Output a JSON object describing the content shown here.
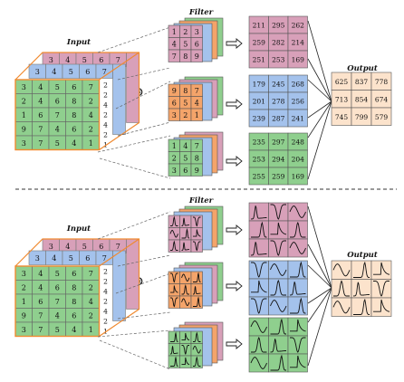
{
  "colors": {
    "green": "#8fcf8e",
    "blue": "#a4c2ec",
    "pink": "#d8a0b9",
    "orange": "#f4a46a",
    "output": "#fce3cc",
    "border_orange": "#f08a30",
    "dark": "#555555"
  },
  "labels": {
    "input": "Input",
    "filter": "Filter",
    "output": "Output",
    "operator": "⊛"
  },
  "top": {
    "input_front": [
      [
        3,
        4,
        5,
        6,
        7
      ],
      [
        2,
        4,
        6,
        8,
        2
      ],
      [
        1,
        6,
        7,
        8,
        4
      ],
      [
        9,
        7,
        4,
        6,
        2
      ],
      [
        3,
        7,
        5,
        4,
        1
      ]
    ],
    "input_mid_top": [
      3,
      4,
      5,
      6,
      7
    ],
    "input_back_top": [
      3,
      4,
      5,
      6,
      7
    ],
    "input_side": [
      "2",
      "2",
      "4",
      "2",
      "4",
      "2",
      "1"
    ],
    "filters": [
      {
        "grid": [
          [
            1,
            2,
            3
          ],
          [
            4,
            5,
            6
          ],
          [
            7,
            8,
            9
          ]
        ],
        "color": "pink"
      },
      {
        "grid": [
          [
            9,
            8,
            7
          ],
          [
            6,
            5,
            4
          ],
          [
            3,
            2,
            1
          ]
        ],
        "color": "orange"
      },
      {
        "grid": [
          [
            1,
            4,
            7
          ],
          [
            2,
            5,
            8
          ],
          [
            3,
            6,
            9
          ]
        ],
        "color": "green"
      }
    ],
    "conv": [
      {
        "grid": [
          [
            211,
            295,
            262
          ],
          [
            259,
            282,
            214
          ],
          [
            251,
            253,
            169
          ]
        ],
        "color": "pink"
      },
      {
        "grid": [
          [
            179,
            245,
            268
          ],
          [
            201,
            278,
            256
          ],
          [
            239,
            287,
            241
          ]
        ],
        "color": "blue"
      },
      {
        "grid": [
          [
            235,
            297,
            248
          ],
          [
            253,
            294,
            204
          ],
          [
            255,
            259,
            169
          ]
        ],
        "color": "green"
      }
    ],
    "output": [
      [
        625,
        837,
        778
      ],
      [
        713,
        854,
        674
      ],
      [
        745,
        799,
        579
      ]
    ]
  },
  "bottom": {
    "input_front": [
      [
        3,
        4,
        5,
        6,
        7
      ],
      [
        2,
        4,
        6,
        8,
        2
      ],
      [
        1,
        6,
        7,
        8,
        4
      ],
      [
        9,
        7,
        4,
        6,
        2
      ],
      [
        3,
        7,
        5,
        4,
        1
      ]
    ],
    "input_mid_top": [
      3,
      4,
      5,
      6,
      7
    ],
    "input_back_top": [
      3,
      4,
      5,
      6,
      7
    ],
    "input_side": [
      "2",
      "2",
      "4",
      "2",
      "4",
      "2",
      "1"
    ]
  }
}
